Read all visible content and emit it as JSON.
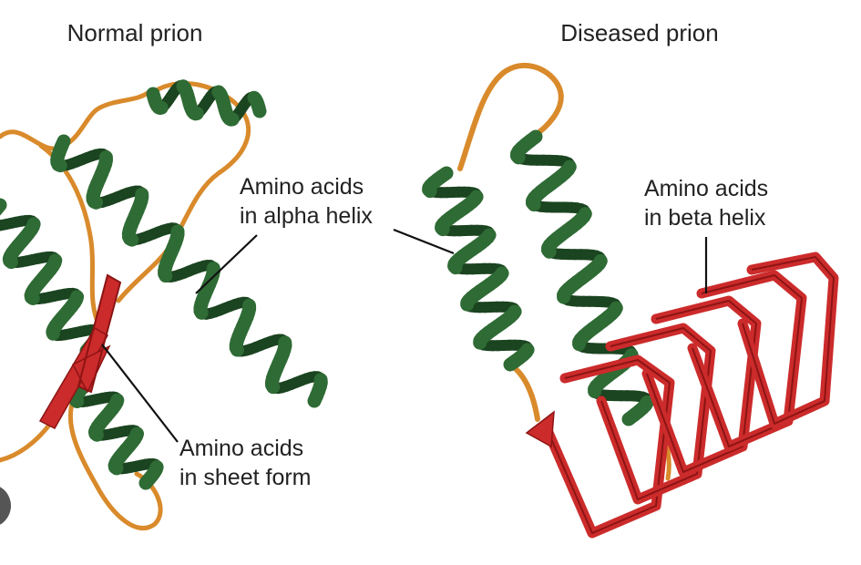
{
  "panels": {
    "normal": {
      "title": "Normal prion",
      "alpha_label": [
        "Amino acids",
        "in alpha helix"
      ],
      "sheet_label": [
        "Amino acids",
        "in sheet form"
      ]
    },
    "diseased": {
      "title": "Diseased prion",
      "beta_label": [
        "Amino acids",
        "in beta helix"
      ]
    }
  },
  "colors": {
    "helix": "#2f6b35",
    "helix_dark": "#1b4420",
    "helix_light": "#4f9a52",
    "coil": "#d98a2b",
    "coil_dark": "#a85f16",
    "sheet": "#cc2b2b",
    "sheet_dark": "#8c1414",
    "text": "#222222",
    "leader": "#111111",
    "overlay": "#555555"
  },
  "icons": {
    "edge_overlay": "circle-overlay-icon"
  }
}
